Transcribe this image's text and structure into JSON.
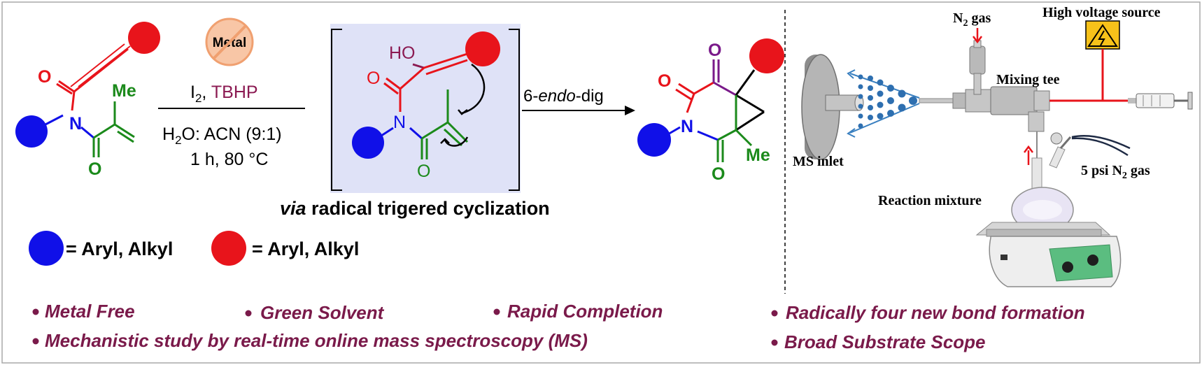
{
  "scheme": {
    "reagents": {
      "line1_prefix": "I",
      "line1_sub": "2",
      "line1_sep": ", ",
      "line1_suffix": "TBHP",
      "line2_a": "H",
      "line2_sub": "2",
      "line2_b": "O: ACN (9:1)",
      "line3": "1 h, 80 °C"
    },
    "metal_badge": "Metal",
    "atoms": {
      "O": "O",
      "N": "N",
      "Me": "Me",
      "HO": "HO"
    },
    "step2": {
      "prefix": "6-",
      "italic": "endo",
      "suffix": "-dig"
    },
    "via": {
      "italic": "via",
      "rest": " radical trigered cyclization"
    },
    "legend": {
      "blue": "= Aryl, Alkyl",
      "red": "= Aryl, Alkyl"
    },
    "colors": {
      "red": "#e8141b",
      "blue": "#1010e8",
      "green": "#1b8a1b",
      "maroon": "#8b1a52",
      "purple": "#7a1a8a",
      "box_bg": "#dfe2f7"
    }
  },
  "apparatus": {
    "n2_gas": {
      "a": "N",
      "sub": "2",
      "b": " gas"
    },
    "high_voltage": "High voltage source",
    "mixing_tee": "Mixing tee",
    "ms_inlet": "MS inlet",
    "psi_gas": {
      "a": "5 psi N",
      "sub": "2",
      "b": " gas"
    },
    "reaction_mixture": "Reaction mixture"
  },
  "features": [
    "Metal Free",
    "Green Solvent",
    "Rapid Completion",
    "Radically four new bond formation",
    "Mechanistic study by real-time online mass spectroscopy (MS)",
    "Broad Substrate Scope"
  ]
}
